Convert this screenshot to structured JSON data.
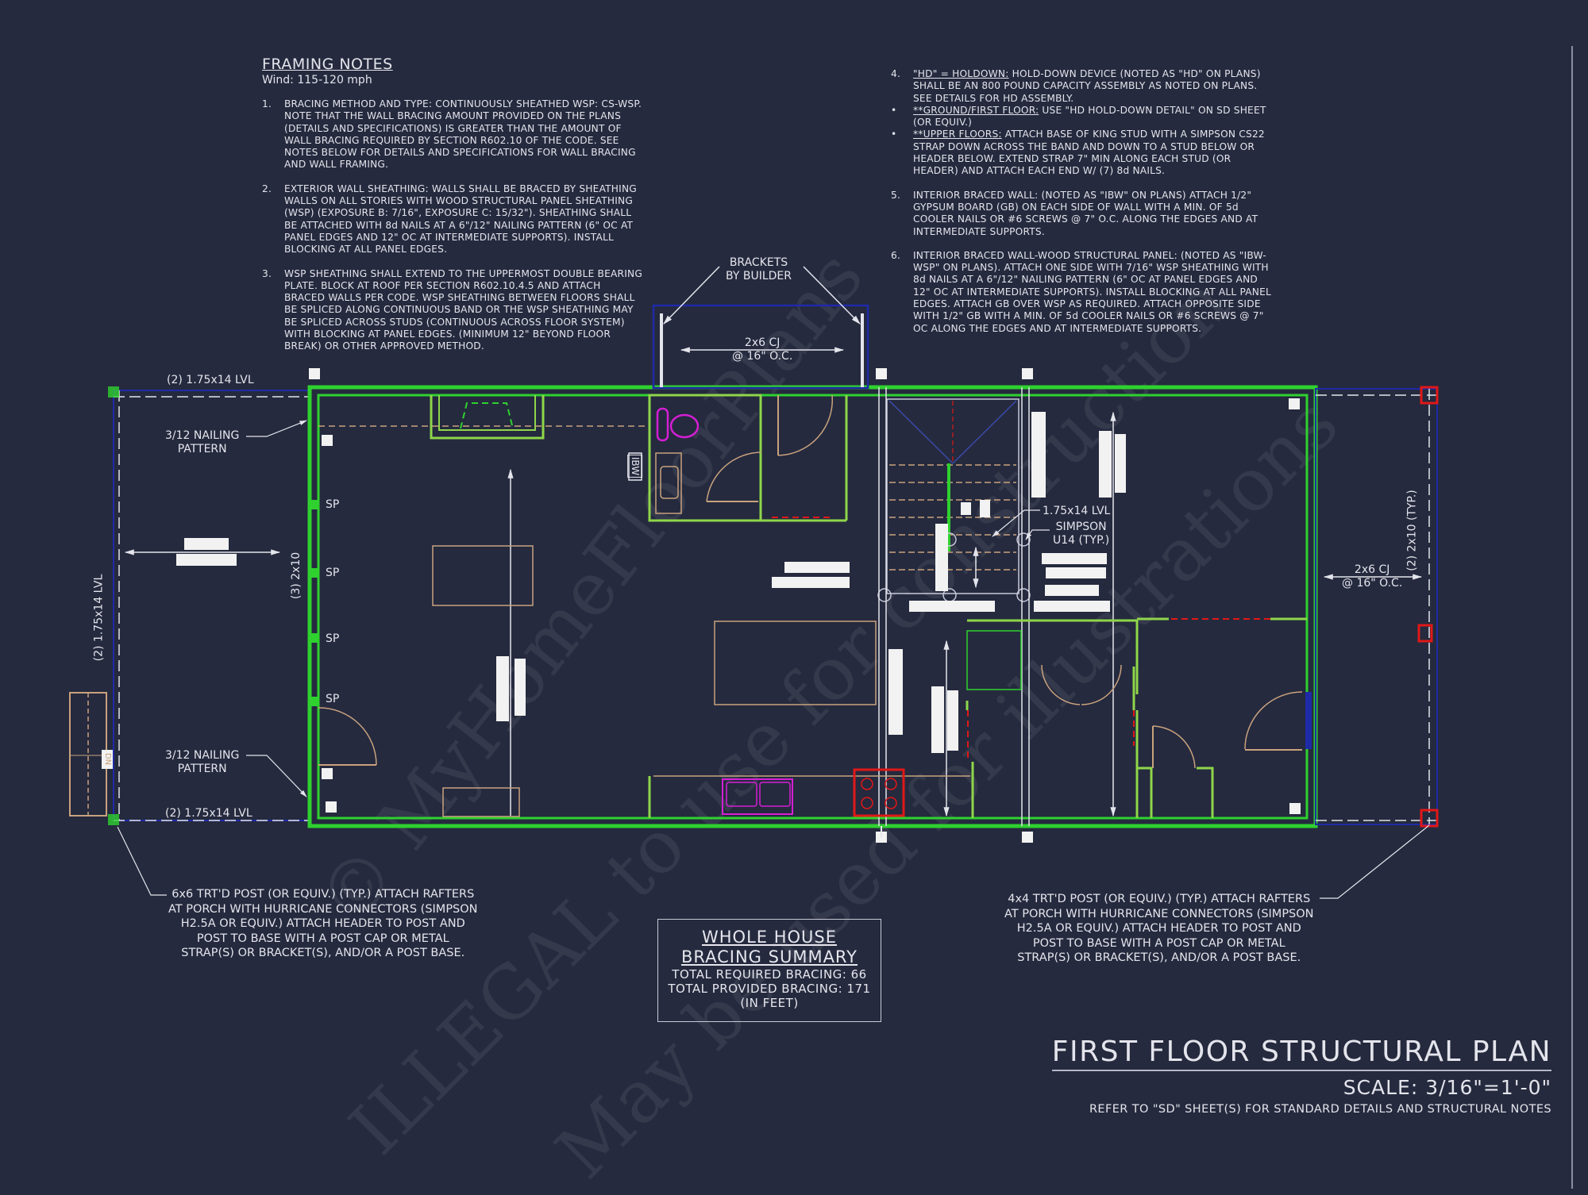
{
  "sheet": {
    "title": "FIRST FLOOR STRUCTURAL PLAN",
    "scale": "SCALE: 3/16\"=1'-0\"",
    "reference_note": "REFER TO \"SD\" SHEET(S) FOR STANDARD DETAILS AND STRUCTURAL NOTES",
    "colors": {
      "background": "#252a3e",
      "wall_green": "#2fd12f",
      "wall_inner": "#8fd64a",
      "wall_blue": "#1f2aa8",
      "fixture_magenta": "#d41fd4",
      "range_red": "#e01818",
      "furniture_tan": "#c9a27e",
      "text": "#e4e4ec"
    }
  },
  "framing_notes": {
    "title": "FRAMING NOTES",
    "wind": "Wind: 115-120 mph",
    "items": [
      {
        "num": "1.",
        "text": "BRACING METHOD AND TYPE: CONTINUOUSLY SHEATHED WSP: CS-WSP. NOTE THAT THE WALL BRACING AMOUNT PROVIDED ON THE PLANS (DETAILS AND SPECIFICATIONS) IS GREATER THAN THE AMOUNT OF WALL BRACING REQUIRED BY SECTION R602.10 OF THE CODE. SEE NOTES BELOW FOR DETAILS AND SPECIFICATIONS FOR WALL BRACING AND WALL FRAMING."
      },
      {
        "num": "2.",
        "text": "EXTERIOR WALL SHEATHING: WALLS SHALL BE BRACED BY SHEATHING WALLS ON ALL STORIES WITH WOOD STRUCTURAL PANEL SHEATHING (WSP) (EXPOSURE B: 7/16\", EXPOSURE C: 15/32\"). SHEATHING SHALL BE ATTACHED WITH 8d NAILS AT A 6\"/12\" NAILING PATTERN (6\" OC AT PANEL EDGES AND 12\" OC AT INTERMEDIATE SUPPORTS). INSTALL BLOCKING AT ALL PANEL EDGES."
      },
      {
        "num": "3.",
        "text": "WSP SHEATHING SHALL EXTEND TO THE UPPERMOST DOUBLE BEARING PLATE. BLOCK AT ROOF PER SECTION R602.10.4.5 AND ATTACH BRACED WALLS PER CODE. WSP SHEATHING BETWEEN FLOORS SHALL BE SPLICED ALONG CONTINUOUS BAND OR THE WSP SHEATHING MAY BE SPLICED ACROSS STUDS (CONTINUOUS ACROSS FLOOR SYSTEM) WITH BLOCKING AT PANEL EDGES. (MINIMUM 12\" BEYOND FLOOR BREAK) OR OTHER APPROVED METHOD."
      }
    ],
    "right_items": [
      {
        "num": "4.",
        "heading": "\"HD\" = HOLDOWN:",
        "text": " HOLD-DOWN DEVICE (NOTED AS \"HD\" ON PLANS) SHALL BE AN 800 POUND CAPACITY ASSEMBLY AS NOTED ON PLANS. SEE DETAILS FOR HD ASSEMBLY."
      },
      {
        "num": "•",
        "heading": "**GROUND/FIRST FLOOR:",
        "text": "  USE \"HD HOLD-DOWN DETAIL\" ON SD SHEET (OR EQUIV.)"
      },
      {
        "num": "•",
        "heading": "**UPPER FLOORS:",
        "text": " ATTACH BASE OF KING STUD WITH A SIMPSON CS22 STRAP DOWN ACROSS THE BAND AND DOWN TO A STUD BELOW OR HEADER BELOW.  EXTEND STRAP 7\" MIN ALONG EACH STUD (OR HEADER) AND ATTACH EACH END W/ (7) 8d NAILS."
      },
      {
        "num": "5.",
        "heading": "",
        "text": "INTERIOR BRACED WALL: (NOTED AS \"IBW\" ON PLANS) ATTACH 1/2\" GYPSUM BOARD (GB) ON EACH SIDE OF WALL WITH A MIN. OF 5d COOLER NAILS OR #6 SCREWS @ 7\" O.C. ALONG THE EDGES AND AT INTERMEDIATE SUPPORTS."
      },
      {
        "num": "6.",
        "heading": "",
        "text": "INTERIOR BRACED WALL-WOOD STRUCTURAL PANEL: (NOTED AS \"IBW-WSP\" ON PLANS). ATTACH ONE SIDE WITH 7/16\" WSP SHEATHING WITH 8d NAILS AT A 6\"/12\" NAILING PATTERN (6\" OC AT PANEL EDGES AND 12\" OC AT INTERMEDIATE SUPPORTS). INSTALL BLOCKING AT ALL PANEL EDGES. ATTACH GB OVER WSP AS REQUIRED. ATTACH OPPOSITE SIDE WITH 1/2\" GB WITH A MIN. OF 5d COOLER NAILS OR #6 SCREWS @ 7\" OC ALONG THE EDGES AND AT INTERMEDIATE SUPPORTS."
      }
    ]
  },
  "plan_labels": {
    "brackets": "BRACKETS\nBY BUILDER",
    "cj_top": "2x6 CJ\n@ 16\" O.C.",
    "cj_right": "2x6 CJ\n@ 16\" O.C.",
    "lvl_top_left": "(2) 1.75x14 LVL",
    "lvl_bottom_left": "(2) 1.75x14 LVL",
    "lvl_left_vertical": "(2) 1.75x14 LVL",
    "nailing_top": "3/12 NAILING\nPATTERN",
    "nailing_bottom": "3/12 NAILING\nPATTERN",
    "beam_2x10": "(3) 2x10",
    "right_2x10": "(2) 2x10 (TYP.)",
    "sp_labels": [
      "SP",
      "SP",
      "SP",
      "SP"
    ],
    "ibw": "IBW",
    "lvl_stair": "1.75x14 LVL",
    "simpson": "SIMPSON\nU14 (TYP.)",
    "dn": "DN"
  },
  "post_notes": {
    "left": "6x6 TRT'D POST (OR EQUIV.) (TYP.) ATTACH RAFTERS\nAT PORCH WITH HURRICANE CONNECTORS (SIMPSON\nH2.5A OR EQUIV.) ATTACH HEADER TO POST AND\nPOST TO BASE WITH A POST CAP OR METAL\nSTRAP(S) OR BRACKET(S), AND/OR A POST BASE.",
    "right": "4x4 TRT'D POST (OR EQUIV.) (TYP.) ATTACH RAFTERS\nAT PORCH WITH HURRICANE CONNECTORS (SIMPSON\nH2.5A OR EQUIV.) ATTACH HEADER TO POST AND\nPOST TO BASE WITH A POST CAP OR METAL\nSTRAP(S) OR BRACKET(S), AND/OR A POST BASE."
  },
  "bracing_summary": {
    "title_line1": "WHOLE HOUSE",
    "title_line2": "BRACING SUMMARY",
    "required": "TOTAL REQUIRED BRACING: 66",
    "provided": "TOTAL PROVIDED BRACING: 171",
    "units": "(IN FEET)"
  },
  "watermarks": [
    "© MyHomeFloorPlans",
    "ILLEGAL to use for construction",
    "May be used for illustrations"
  ]
}
